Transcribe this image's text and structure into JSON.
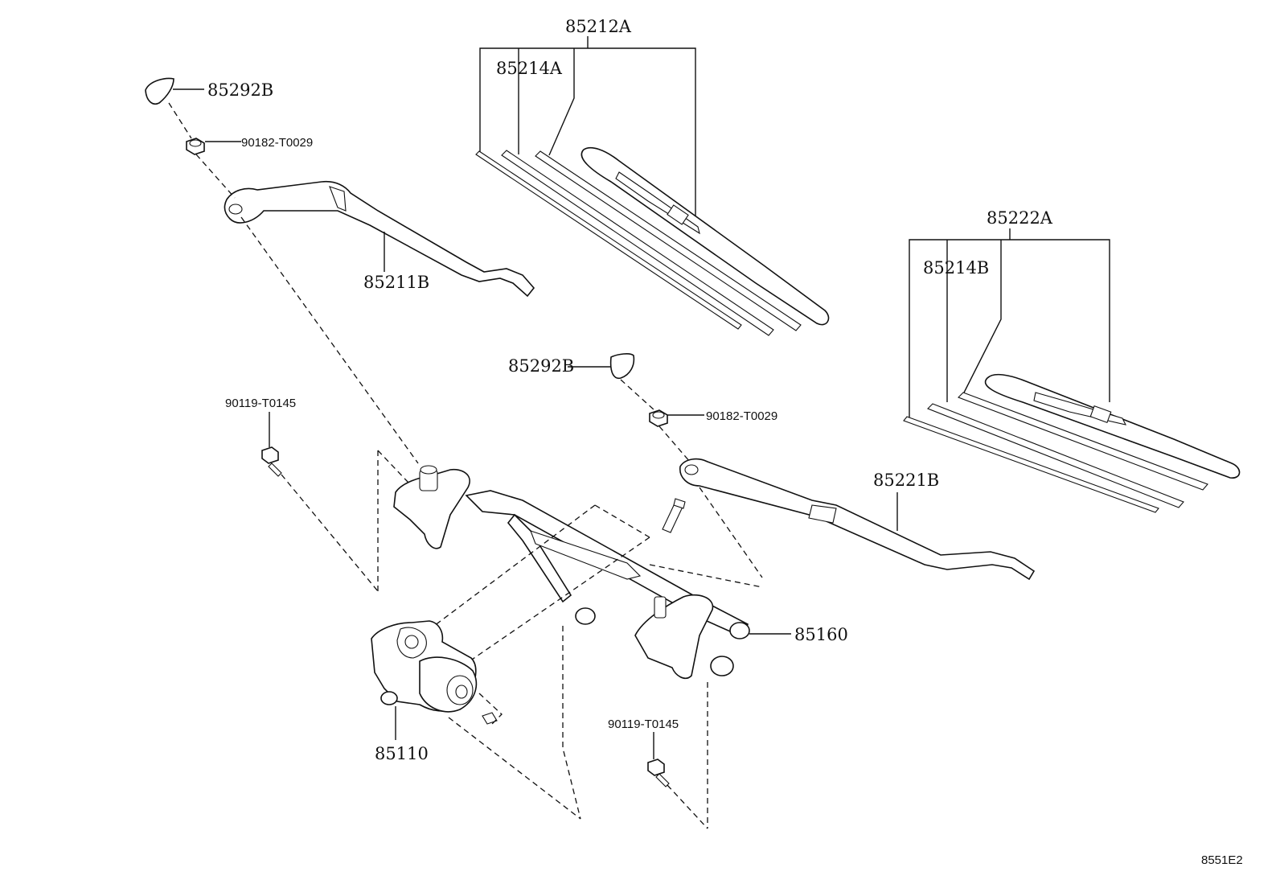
{
  "diagram": {
    "code": "8551E2",
    "labels": {
      "blade_left_assy": "85212A",
      "rubber_left": "85214A",
      "cap_left": "85292B",
      "nut_left": "90182-T0029",
      "arm_left": "85211B",
      "blade_right_assy": "85222A",
      "rubber_right": "85214B",
      "cap_right": "85292B",
      "nut_right": "90182-T0029",
      "arm_right": "85221B",
      "bolt_left": "90119-T0145",
      "bolt_bottom": "90119-T0145",
      "link": "85160",
      "motor": "85110"
    }
  }
}
